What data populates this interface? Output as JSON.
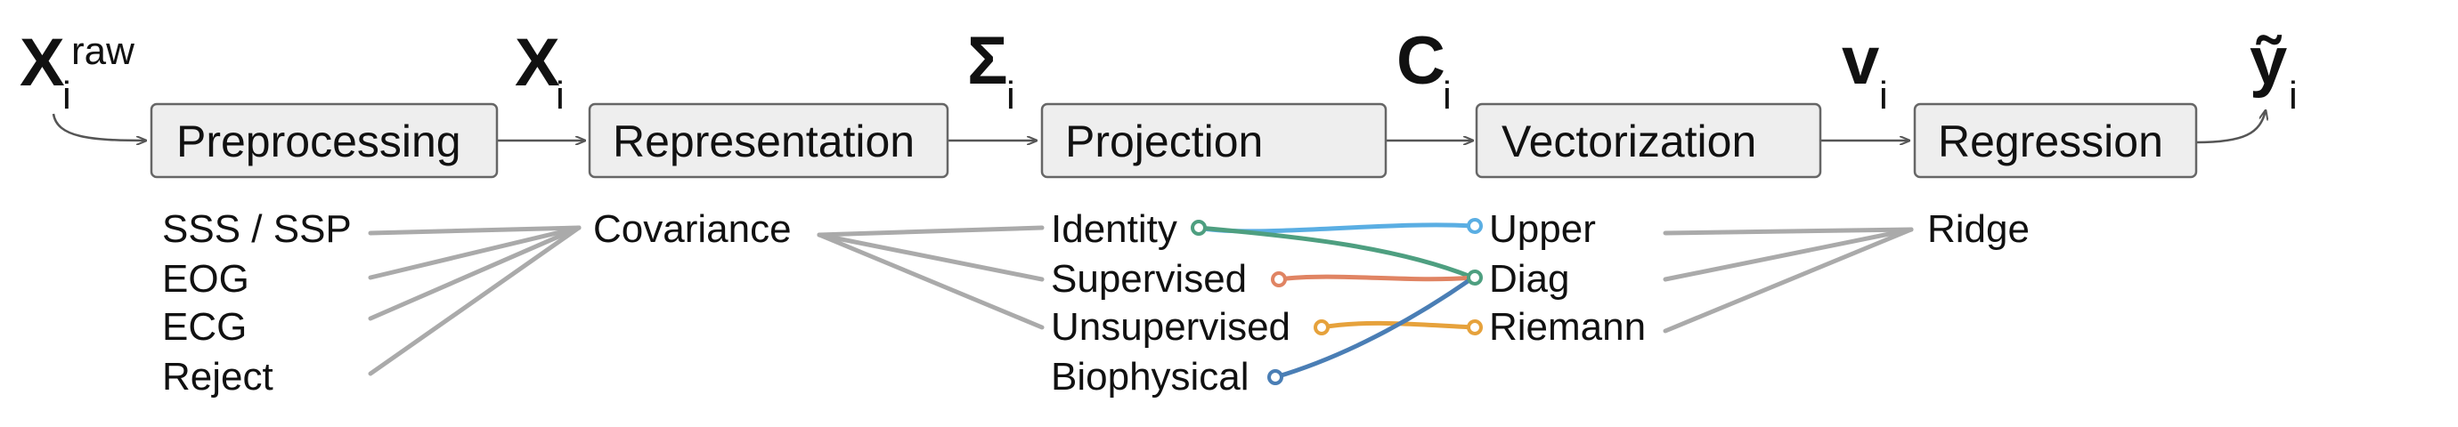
{
  "symbols": {
    "x_raw": {
      "main": "X",
      "sub": "i",
      "sup": "raw"
    },
    "x": {
      "main": "X",
      "sub": "i"
    },
    "sigma": {
      "main": "Σ",
      "sub": "i"
    },
    "c": {
      "main": "C",
      "sub": "i"
    },
    "v": {
      "main": "v",
      "sub": "i"
    },
    "y": {
      "main": "ỹ",
      "sub": "i"
    }
  },
  "stages": [
    {
      "label": "Preprocessing"
    },
    {
      "label": "Representation"
    },
    {
      "label": "Projection"
    },
    {
      "label": "Vectorization"
    },
    {
      "label": "Regression"
    }
  ],
  "options": {
    "preprocessing": [
      "SSS / SSP",
      "EOG",
      "ECG",
      "Reject"
    ],
    "representation": [
      "Covariance"
    ],
    "projection": [
      "Identity",
      "Supervised",
      "Unsupervised",
      "Biophysical"
    ],
    "vectorization": [
      "Upper",
      "Diag",
      "Riemann"
    ],
    "regression": [
      "Ridge"
    ]
  },
  "connections": [
    {
      "from": "Identity",
      "to": "Upper",
      "color": "#5aaee3"
    },
    {
      "from": "Identity",
      "to": "Diag",
      "color": "#4e9f80"
    },
    {
      "from": "Supervised",
      "to": "Diag",
      "color": "#e08463"
    },
    {
      "from": "Unsupervised",
      "to": "Riemann",
      "color": "#e6a23c"
    },
    {
      "from": "Biophysical",
      "to": "Diag",
      "color": "#4a7eb5"
    }
  ],
  "colors": {
    "box_fill": "#eeeeee",
    "box_stroke": "#666666",
    "fan_line": "#aaaaaa"
  }
}
